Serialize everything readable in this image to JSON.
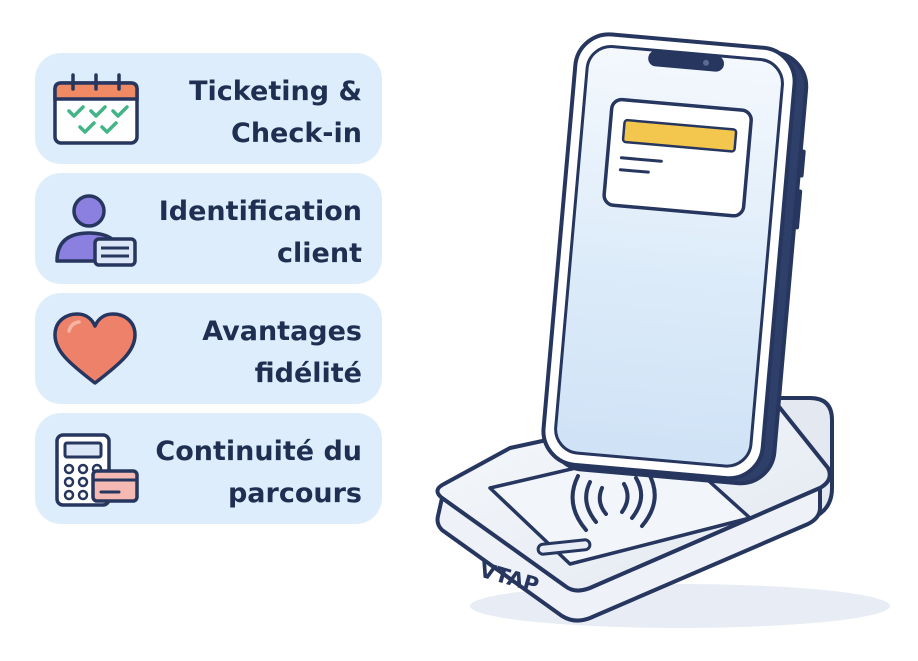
{
  "features": [
    {
      "icon": "calendar-check-icon",
      "line1": "Ticketing &",
      "line2": "Check-in"
    },
    {
      "icon": "user-card-icon",
      "line1": "Identification",
      "line2": "client"
    },
    {
      "icon": "heart-icon",
      "line1": "Avantages",
      "line2": "fidélité"
    },
    {
      "icon": "payment-terminal-icon",
      "line1": "Continuité du",
      "line2": "parcours"
    }
  ],
  "device": {
    "brand": "VTAP"
  },
  "colors": {
    "card_bg": "#ddedfb",
    "text": "#1f2f52",
    "outline": "#26365f",
    "accent_orange": "#ef8a64",
    "accent_green": "#43b487",
    "accent_purple": "#8b7fe0",
    "card_yellow": "#f3c64d",
    "heart": "#ee8169"
  }
}
